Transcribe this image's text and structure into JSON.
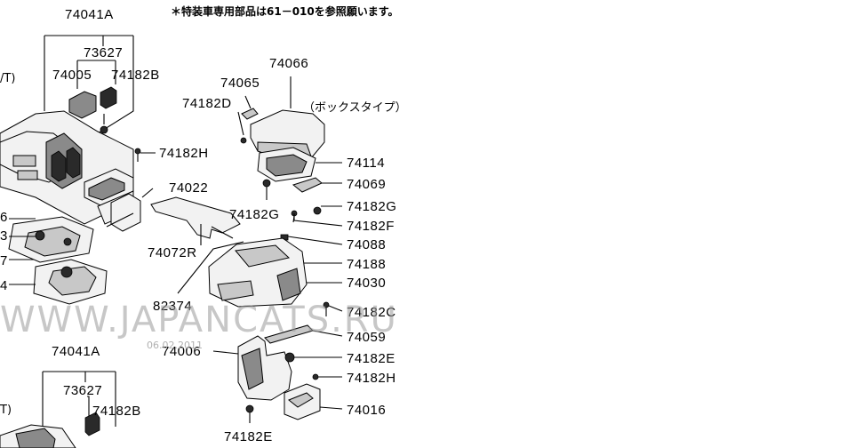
{
  "note": "＊特装車専用部品は61－010を参照願います。",
  "watermark": "WWW.JAPANCATS.RU",
  "date": "06.02.2011",
  "edge_labels": {
    "t_top": "/T)",
    "t_bottom": "T)",
    "e6": "6",
    "e3": "3",
    "e7": "7",
    "e4": "4"
  },
  "box_type_label": "（ボックスタイプ）",
  "part_numbers": {
    "p74041A_top": "74041A",
    "p73627_top": "73627",
    "p74005": "74005",
    "p74182B_top": "74182B",
    "p74182H_left": "74182H",
    "p74022": "74022",
    "p74072R": "74072R",
    "p82374": "82374",
    "p74006": "74006",
    "p74041A_bottom": "74041A",
    "p73627_bottom": "73627",
    "p74182B_bottom": "74182B",
    "p74066": "74066",
    "p74065": "74065",
    "p74182D": "74182D",
    "p74114": "74114",
    "p74069": "74069",
    "p74182G_left": "74182G",
    "p74182G_right": "74182G",
    "p74182F": "74182F",
    "p74088": "74088",
    "p74188": "74188",
    "p74030": "74030",
    "p74182C": "74182C",
    "p74059": "74059",
    "p74182E_right": "74182E",
    "p74182H_right": "74182H",
    "p74016": "74016",
    "p74182E_bottom": "74182E"
  }
}
